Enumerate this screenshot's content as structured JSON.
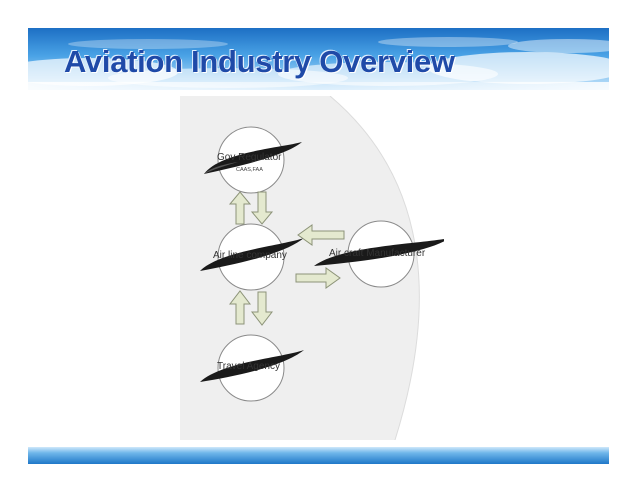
{
  "slide": {
    "title": "Aviation Industry Overview"
  },
  "diagram": {
    "nodes": {
      "gov_regulator": {
        "label": "Gov Regulator",
        "sublabel": "CAAS,FAA"
      },
      "airline_company": {
        "label": "Air line company"
      },
      "aircraft_manufacturer": {
        "label": "Air craft Manufacturer"
      },
      "travel_agency": {
        "label": "Travel Agency"
      }
    }
  },
  "colors": {
    "title": "#1f4aa8",
    "banner_sky": "#2f8fd8",
    "panel_background": "#efefef",
    "arrow_fill": "#e4e9cf",
    "arrow_stroke": "#8c9378",
    "swoosh": "#1a1a1a",
    "footer": "#2f8fd8"
  }
}
